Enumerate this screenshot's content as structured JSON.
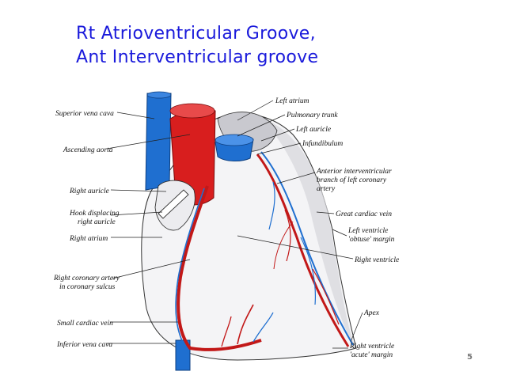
{
  "slide": {
    "title_line1": "Rt Atrioventricular Groove,",
    "title_line2": "Ant Interventricular groove",
    "page_number": "5"
  },
  "diagram": {
    "labels_left": [
      "Superior vena cava",
      "Ascending aorta",
      "Right auricle",
      "Hook displacing",
      "right auricle",
      "Right atrium",
      "Right coronary artery",
      "in coronary sulcus",
      "Small cardiac vein",
      "Inferior vena cava"
    ],
    "labels_right": [
      "Left atrium",
      "Pulmonary trunk",
      "Left auricle",
      "Infundibulum",
      "Anterior interventricular",
      "branch of left coronary",
      "artery",
      "Great cardiac vein",
      "Left ventricle",
      "'obtuse' margin",
      "Right ventricle",
      "Apex",
      "Right ventricle",
      "'acute' margin"
    ],
    "colors": {
      "artery": "#d81e1e",
      "vein": "#1f6fd0",
      "muscle": "#f4f4f6",
      "outline": "#333333"
    }
  }
}
